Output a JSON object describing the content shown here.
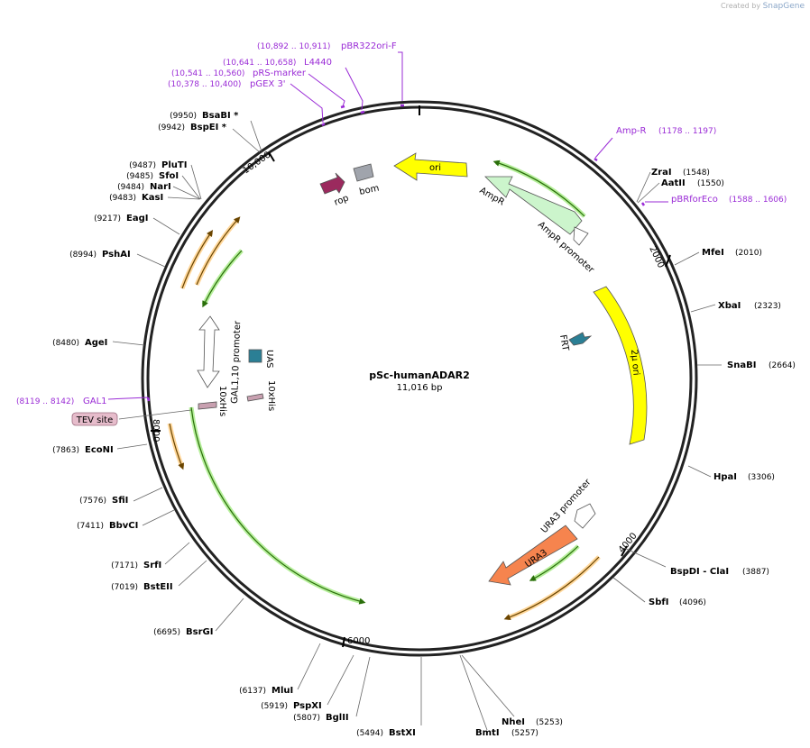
{
  "credit": {
    "prefix": "Created by",
    "brand": "SnapGene"
  },
  "plasmid": {
    "name": "pSc-humanADAR2",
    "size_label": "11,016 bp"
  },
  "ticks": [
    "2000",
    "4000",
    "6000",
    "8000",
    "10,000"
  ],
  "sites": [
    {
      "pos": "(9950)",
      "name": "BsaBI *"
    },
    {
      "pos": "(9942)",
      "name": "BspEI *"
    },
    {
      "pos": "(9487)",
      "name": "PluTI"
    },
    {
      "pos": "(9485)",
      "name": "SfoI"
    },
    {
      "pos": "(9484)",
      "name": "NarI"
    },
    {
      "pos": "(9483)",
      "name": "KasI"
    },
    {
      "pos": "(9217)",
      "name": "EagI"
    },
    {
      "pos": "(8994)",
      "name": "PshAI"
    },
    {
      "pos": "(8480)",
      "name": "AgeI"
    },
    {
      "pos": "(7863)",
      "name": "EcoNI"
    },
    {
      "pos": "(7576)",
      "name": "SfiI"
    },
    {
      "pos": "(7411)",
      "name": "BbvCI"
    },
    {
      "pos": "(7171)",
      "name": "SrfI"
    },
    {
      "pos": "(7019)",
      "name": "BstEII"
    },
    {
      "pos": "(6695)",
      "name": "BsrGI"
    },
    {
      "pos": "(6137)",
      "name": "MluI"
    },
    {
      "pos": "(5919)",
      "name": "PspXI"
    },
    {
      "pos": "(5807)",
      "name": "BglII"
    },
    {
      "pos": "(5494)",
      "name": "BstXI"
    },
    {
      "pos": "(5257)",
      "name": "BmtI"
    },
    {
      "pos": "(5253)",
      "name": "NheI"
    },
    {
      "pos": "(4096)",
      "name": "SbfI"
    },
    {
      "pos": "(3887)",
      "name": "BspDI - ClaI"
    },
    {
      "pos": "(3306)",
      "name": "HpaI"
    },
    {
      "pos": "(2664)",
      "name": "SnaBI"
    },
    {
      "pos": "(2323)",
      "name": "XbaI"
    },
    {
      "pos": "(2010)",
      "name": "MfeI"
    },
    {
      "pos": "(1550)",
      "name": "AatII"
    },
    {
      "pos": "(1548)",
      "name": "ZraI"
    }
  ],
  "primers": [
    {
      "range": "(10,892 .. 10,911)",
      "name": "pBR322ori-F"
    },
    {
      "range": "(10,641 .. 10,658)",
      "name": "L4440"
    },
    {
      "range": "(10,541 .. 10,560)",
      "name": "pRS-marker"
    },
    {
      "range": "(10,378 .. 10,400)",
      "name": "pGEX 3'"
    },
    {
      "range": "(1178 .. 1197)",
      "name": "Amp-R"
    },
    {
      "range": "(1588 .. 1606)",
      "name": "pBRforEco"
    },
    {
      "range": "(8119 .. 8142)",
      "name": "GAL1"
    }
  ],
  "features": {
    "ori": "ori",
    "ampr": "AmpR",
    "ampr_promoter": "AmpR promoter",
    "rop": "rop",
    "bom": "bom",
    "two_micron": "2μ ori",
    "frt": "FRT",
    "ura3": "URA3",
    "ura3_promoter": "URA3 promoter",
    "gal_promoter": "GAL1,10 promoter",
    "uas": "UAS",
    "his_left": "10xHis",
    "his_right": "10xHis",
    "tev": "TEV site"
  },
  "colors": {
    "backbone": "#222222",
    "ori": "#ffff00",
    "ampr": "#ccf5cc",
    "two_micron": "#ffff00",
    "ura3": "#f6844e",
    "rop": "#9b2a5e",
    "bom": "#a0a4ac",
    "uas": "#2b7f95",
    "frt": "#2b7f95",
    "his": "#c8a0b0",
    "tev": "#e6bccb",
    "primer": "#9a2bd6"
  }
}
